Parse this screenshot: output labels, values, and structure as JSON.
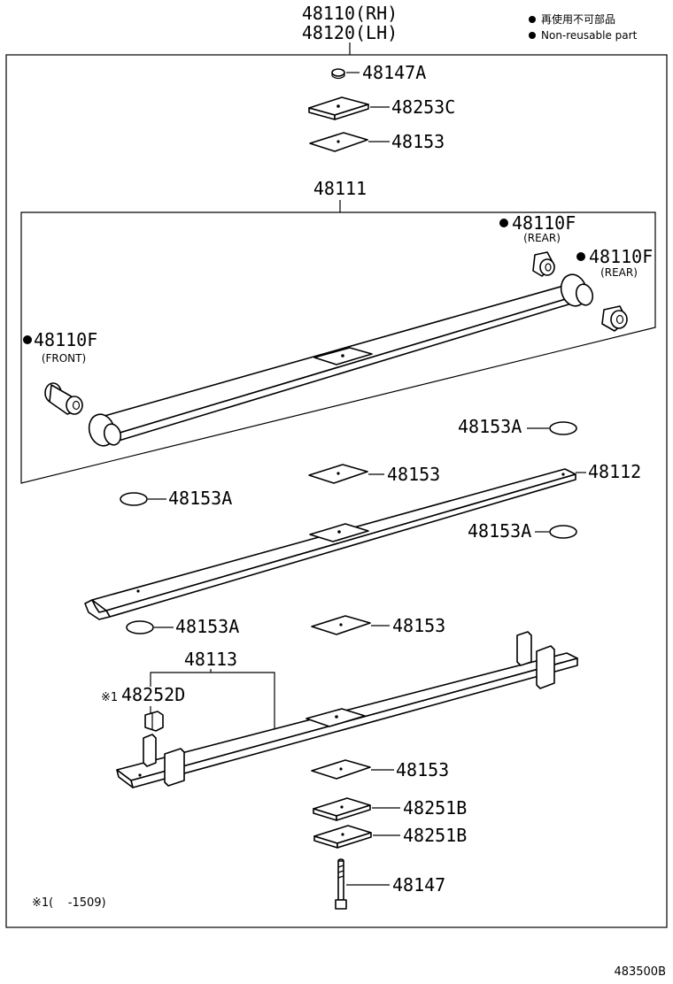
{
  "header": {
    "assembly_rh": "48110(RH)",
    "assembly_lh": "48120(LH)"
  },
  "legend": {
    "line1": "再使用不可部品",
    "line2": "Non-reusable part",
    "marker": "●"
  },
  "parts": {
    "nut": "48147A",
    "plate_top": "48253C",
    "pad_top": "48153",
    "leaf_main": "48111",
    "bushing_rear_1": "48110F",
    "bushing_rear_1_note": "(REAR)",
    "bushing_rear_2": "48110F",
    "bushing_rear_2_note": "(REAR)",
    "bushing_front": "48110F",
    "bushing_front_note": "(FRONT)",
    "insert_right_1": "48153A",
    "pad_mid_1": "48153",
    "leaf_2": "48112",
    "insert_left_1": "48153A",
    "insert_right_2": "48153A",
    "insert_left_2": "48153A",
    "pad_mid_2": "48153",
    "leaf_3": "48113",
    "clip": "48252D",
    "clip_prefix": "※1",
    "pad_bottom": "48153",
    "plate_bottom_1": "48251B",
    "plate_bottom_2": "48251B",
    "center_bolt": "48147"
  },
  "footnote": "※1(    -1509)",
  "figure_code": "483500B",
  "colors": {
    "line": "#000000",
    "background": "#ffffff"
  }
}
